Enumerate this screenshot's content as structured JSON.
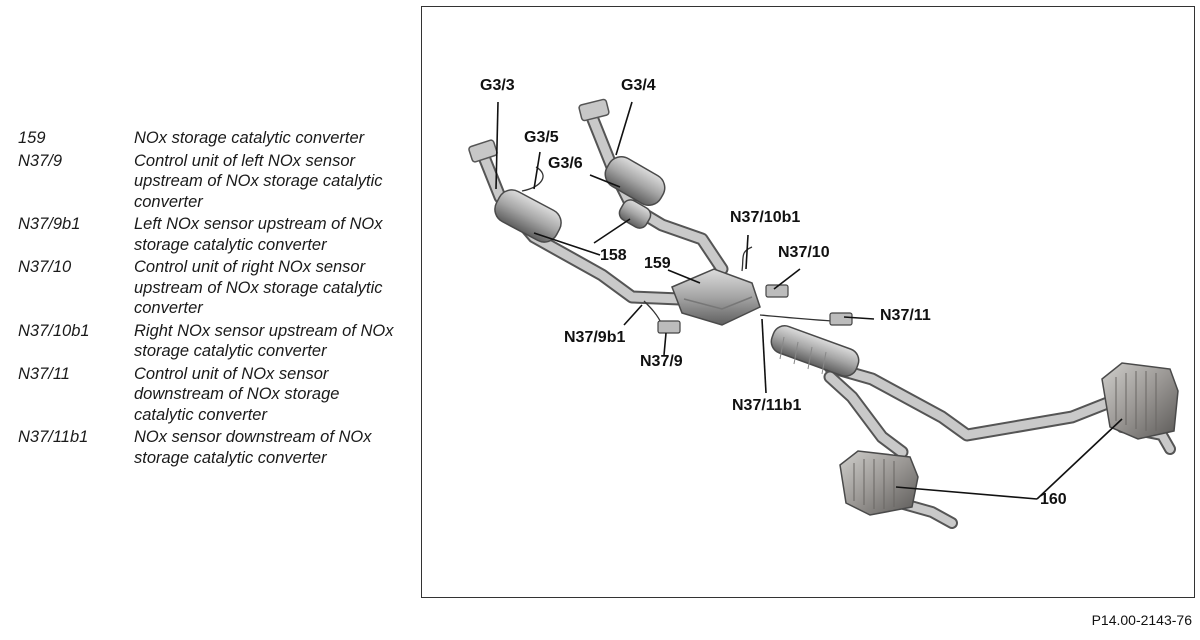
{
  "legend": [
    {
      "code": "159",
      "desc": "NOx storage catalytic converter"
    },
    {
      "code": "N37/9",
      "desc": "Control unit of left NOx sensor upstream of NOx storage catalytic converter"
    },
    {
      "code": "N37/9b1",
      "desc": "Left NOx sensor upstream of NOx storage catalytic converter"
    },
    {
      "code": "N37/10",
      "desc": "Control unit of right NOx sensor upstream of NOx storage catalytic converter"
    },
    {
      "code": "N37/10b1",
      "desc": "Right NOx sensor upstream of NOx storage catalytic converter"
    },
    {
      "code": "N37/11",
      "desc": "Control unit of NOx sensor downstream of NOx storage catalytic converter"
    },
    {
      "code": "N37/11b1",
      "desc": "NOx sensor downstream of NOx storage catalytic converter"
    }
  ],
  "callouts": {
    "g3_3": "G3/3",
    "g3_4": "G3/4",
    "g3_5": "G3/5",
    "g3_6": "G3/6",
    "c158": "158",
    "c159": "159",
    "n37_10b1": "N37/10b1",
    "n37_10": "N37/10",
    "n37_11": "N37/11",
    "n37_9b1": "N37/9b1",
    "n37_9": "N37/9",
    "n37_11b1": "N37/11b1",
    "c160": "160"
  },
  "footer": {
    "code": "P14.00-2143-76"
  }
}
